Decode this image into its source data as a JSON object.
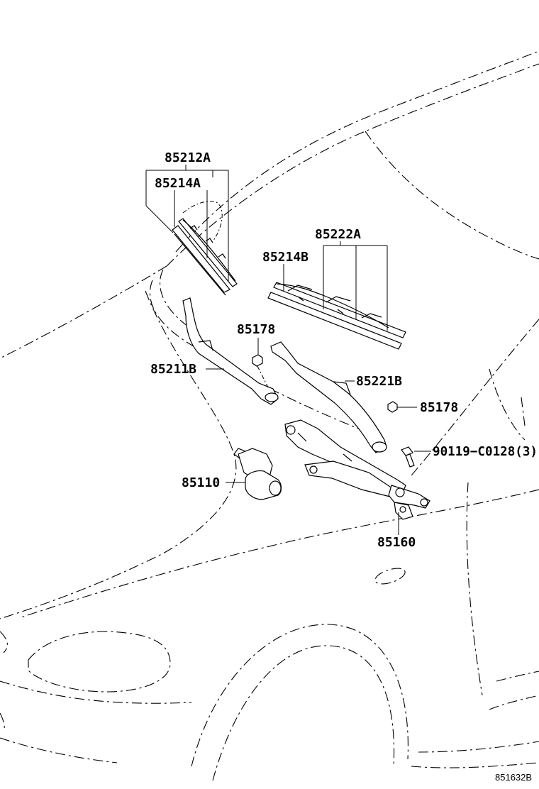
{
  "labels": {
    "p85212A": "85212A",
    "p85214A": "85214A",
    "p85222A": "85222A",
    "p85214B": "85214B",
    "p85178_top": "85178",
    "p85211B": "85211B",
    "p85221B": "85221B",
    "p85178_right": "85178",
    "p90119": "90119−C0128(3)",
    "p85110": "85110",
    "p85160": "85160"
  },
  "reference_code": "851632B"
}
